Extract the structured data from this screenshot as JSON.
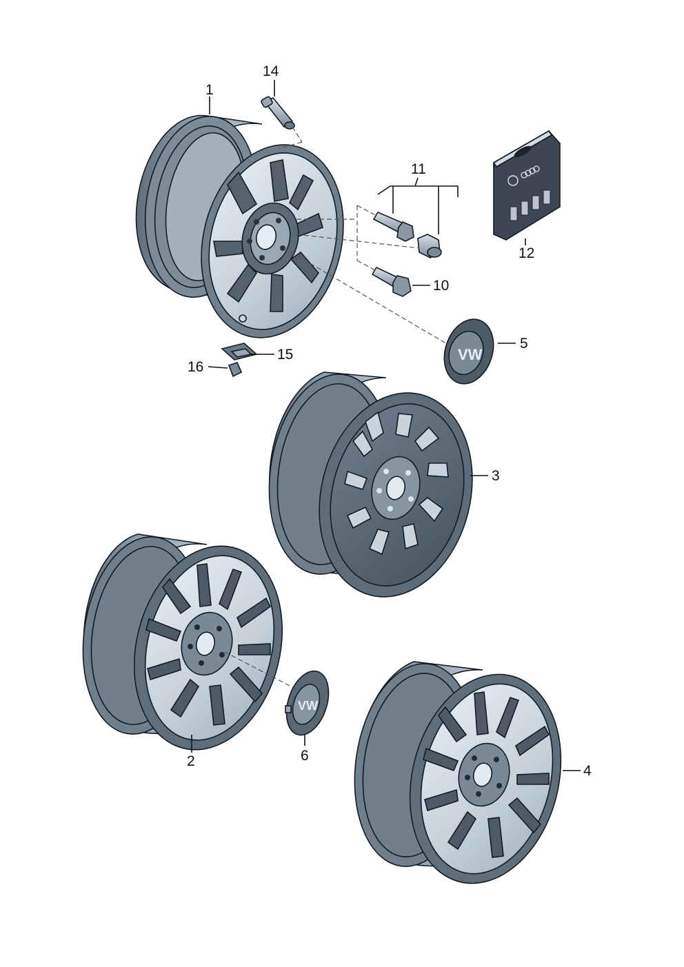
{
  "callouts": {
    "c1": "1",
    "c2": "2",
    "c3": "3",
    "c4": "4",
    "c5": "5",
    "c6": "6",
    "c10": "10",
    "c11": "11",
    "c12": "12",
    "c14": "14",
    "c15": "15",
    "c16": "16"
  },
  "logos": {
    "vw_badge": "VW",
    "rings_badge": "rings"
  },
  "colors": {
    "wheel_dark": "#6f7f8d",
    "wheel_mid": "#97a6b3",
    "wheel_light": "#c6d1da",
    "wheel_highlight": "#e6edf2",
    "outline": "#141a22",
    "hardware": "#8e9aa6"
  }
}
